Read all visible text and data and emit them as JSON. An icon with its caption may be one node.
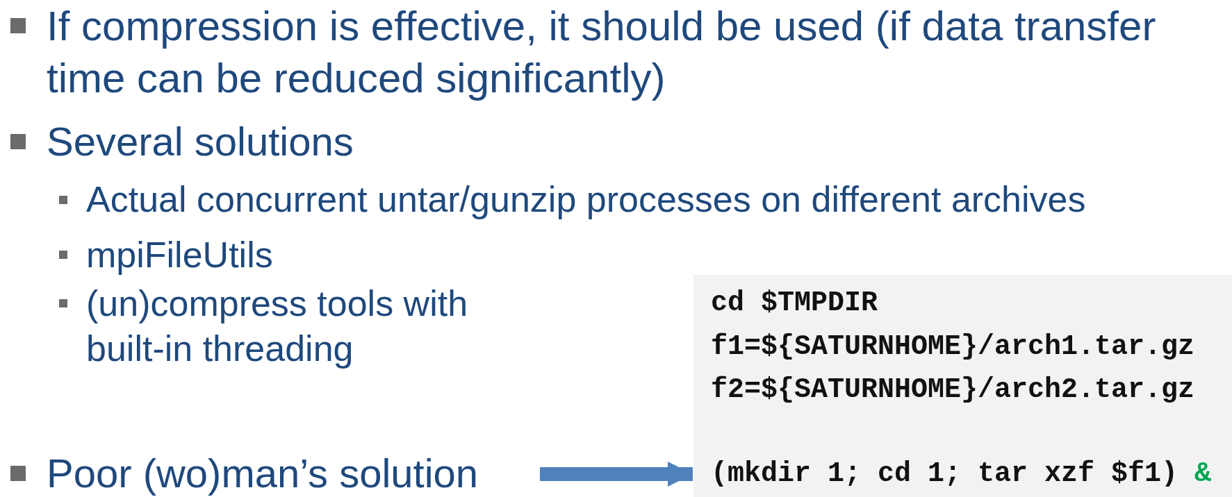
{
  "diagram": {
    "nodes": [
      {
        "text": [
          "Poor (wo)man’s solution"
        ]
      },
      {
        "text": [
          "cd $TMPDIR",
          "f1=${SATURNHOME}/arch1.tar.gz",
          "f2=${SATURNHOME}/arch2.tar.gz",
          "(mkdir 1; cd 1; tar xzf $f1)",
          "&"
        ]
      }
    ],
    "edges": [
      {
        "from": 0,
        "to": 1,
        "arrow": "to"
      }
    ],
    "labels": [
      "If compression is effective, it should be used (if data transfer time can be reduced significantly)",
      "Several solutions",
      "Actual concurrent untar/gunzip processes on different archives",
      "mpiFileUtils",
      "(un)compress tools with built-in threading"
    ]
  }
}
